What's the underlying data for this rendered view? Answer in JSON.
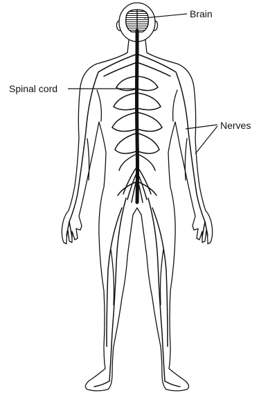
{
  "labels": {
    "brain": "Brain",
    "spinal_cord": "Spinal cord",
    "nerves": "Nerves"
  },
  "colors": {
    "ink": "#111111",
    "background": "#ffffff"
  }
}
